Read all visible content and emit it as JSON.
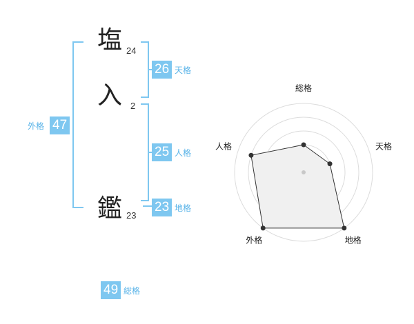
{
  "name": {
    "chars": [
      {
        "char": "塩",
        "strokes": "24"
      },
      {
        "char": "入",
        "strokes": "2"
      },
      {
        "char": "鑑",
        "strokes": "23"
      }
    ]
  },
  "scores": {
    "tenkaku": {
      "value": "26",
      "label": "天格"
    },
    "jinkaku": {
      "value": "25",
      "label": "人格"
    },
    "chikaku": {
      "value": "23",
      "label": "地格"
    },
    "gaikaku": {
      "value": "47",
      "label": "外格"
    },
    "soukaku": {
      "value": "49",
      "label": "総格"
    }
  },
  "colors": {
    "accent": "#7ec7f0",
    "label": "#5bb4e8",
    "radar_fill": "#f0f0f0"
  },
  "chart_data": {
    "type": "radar",
    "axes": [
      "総格",
      "天格",
      "地格",
      "外格",
      "人格"
    ],
    "values": [
      2,
      2,
      5,
      5,
      4
    ],
    "max": 5,
    "rings": 5
  }
}
